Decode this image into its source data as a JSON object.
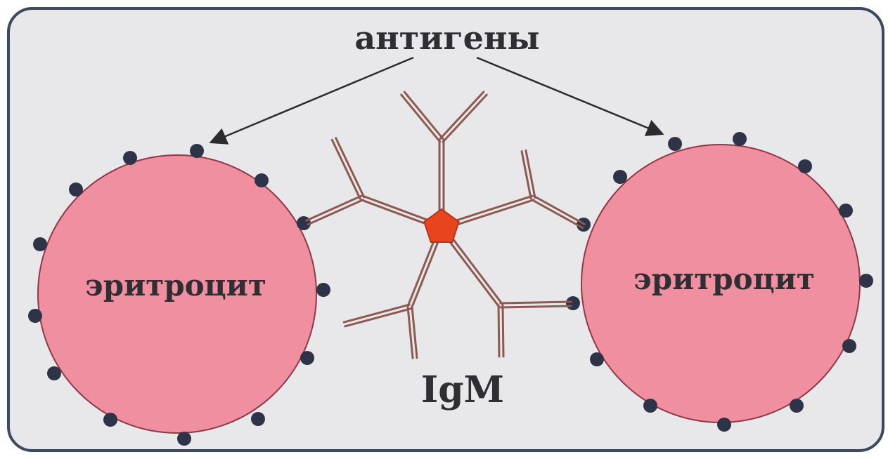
{
  "labels": {
    "antigens": "антигены",
    "erythrocyte_left": "эритроцит",
    "erythrocyte_right": "эритроцит",
    "antibody": "IgM"
  },
  "colors": {
    "panel_background": "#e8e8ea",
    "panel_border": "#3b4a5c",
    "cell_fill": "#ef8f9f",
    "cell_stroke": "#8f3848",
    "antigen_dot": "#2f3347",
    "antibody_stroke": "#8d5a52",
    "antibody_core": "#e8451f",
    "arrow": "#2b2b2b",
    "label": "#2f2f33"
  },
  "icons": {
    "erythrocyte": "red-blood-cell",
    "antigen": "dot",
    "antibody": "pentameric-igm",
    "pointer": "arrow"
  }
}
